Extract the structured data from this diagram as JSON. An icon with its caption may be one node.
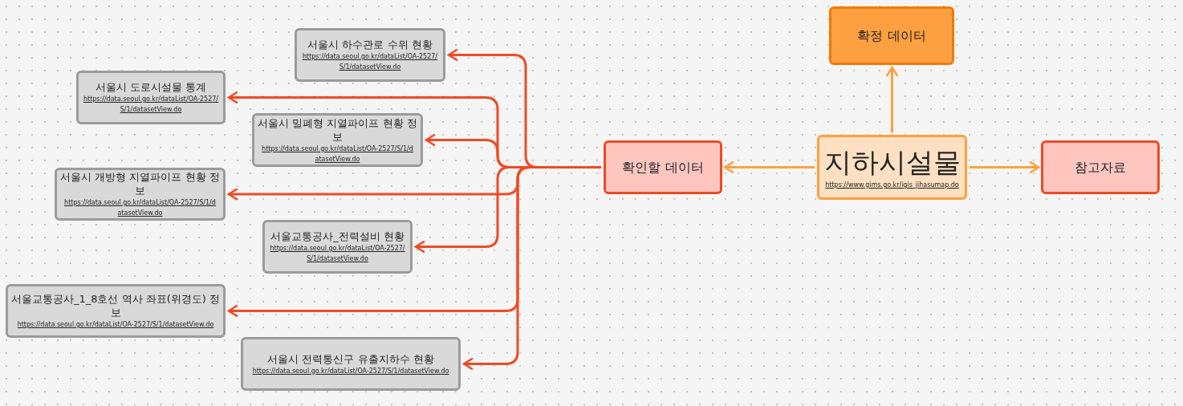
{
  "diagram": {
    "nodes": [
      {
        "text": [
          "지하시설물",
          "https://www.gims.go.kr/igis_jihasumap.do"
        ]
      },
      {
        "text": [
          "확정 데이터"
        ]
      },
      {
        "text": [
          "확인할 데이터"
        ]
      },
      {
        "text": [
          "참고자료"
        ]
      },
      {
        "text": [
          "서울시 하수관로 수위 현황",
          "https://data.seoul.go.kr/dataList/OA-2527/S/1/datasetView.do"
        ]
      },
      {
        "text": [
          "서울시 도로시설물 통계",
          "https://data.seoul.go.kr/dataList/OA-2527/S/1/datasetView.do"
        ]
      },
      {
        "text": [
          "서울시 밀폐형 지열파이프 현황 정보",
          "https://data.seoul.go.kr/dataList/OA-2527/S/1/datasetView.do"
        ]
      },
      {
        "text": [
          "서울시 개방형 지열파이프 현황 정보",
          "https://data.seoul.go.kr/dataList/OA-2527/S/1/datasetView.do"
        ]
      },
      {
        "text": [
          "서울교통공사_전력설비 현황",
          "https://data.seoul.go.kr/dataList/OA-2527/S/1/datasetView.do"
        ]
      },
      {
        "text": [
          "서울교통공사_1_8호선 역사 좌표(위경도) 정보",
          "https://data.seoul.go.kr/dataList/OA-2527/S/1/datasetView.do"
        ]
      },
      {
        "text": [
          "서울시 전력통신구 유출지하수 현황",
          "https://data.seoul.go.kr/dataList/OA-2527/S/1/datasetView.do"
        ]
      }
    ],
    "edges": [
      {
        "from": 0,
        "to": 1,
        "arrow": "to",
        "color": "#ffa040"
      },
      {
        "from": 0,
        "to": 2,
        "arrow": "to",
        "color": "#ffa040"
      },
      {
        "from": 0,
        "to": 3,
        "arrow": "to",
        "color": "#ffa040"
      },
      {
        "from": 2,
        "to": 4,
        "arrow": "to"
      },
      {
        "from": 2,
        "to": 5,
        "arrow": "to"
      },
      {
        "from": 2,
        "to": 6,
        "arrow": "to"
      },
      {
        "from": 2,
        "to": 7,
        "arrow": "to"
      },
      {
        "from": 2,
        "to": 8,
        "arrow": "to"
      },
      {
        "from": 2,
        "to": 9,
        "arrow": "to"
      },
      {
        "from": 2,
        "to": 10,
        "arrow": "to"
      }
    ]
  }
}
